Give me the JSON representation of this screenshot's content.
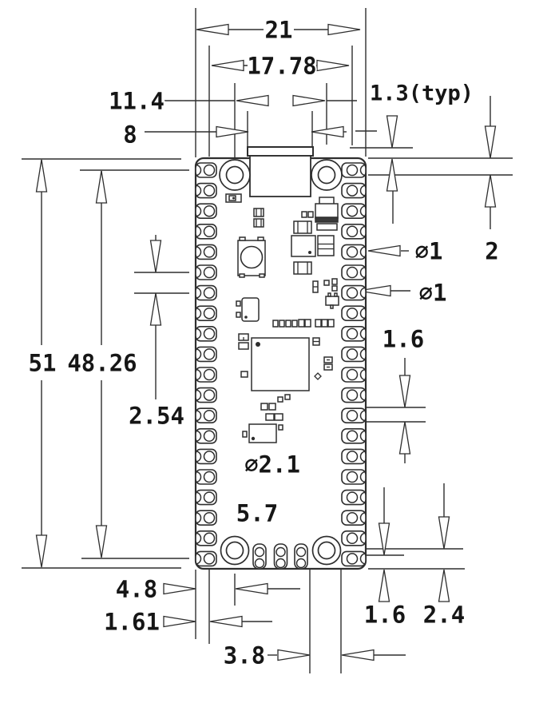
{
  "drawing": {
    "type": "mechanical-dimension-drawing",
    "line_color": "#2e2e2e",
    "background": "#ffffff",
    "dimensions": {
      "overall_width": "21",
      "pad_span_horizontal": "17.78",
      "hole_span": "11.4",
      "usb_width": "8",
      "usb_overhang": "1.3(typ)",
      "pad_hole_dia_top": "∅1",
      "pad_hole_dia_bottom": "∅1",
      "hole_top_offset": "2",
      "overall_length": "51",
      "pad_span_vertical": "48.26",
      "pad_pitch": "2.54",
      "pad_height": "1.6",
      "mounting_hole_dia": "∅2.1",
      "hole_to_swd": "5.7",
      "hole_left_offset": "4.8",
      "pad_left_inset": "1.61",
      "swd_offset": "3.8",
      "pad_bottom_inset": "1.6",
      "hole_bottom_offset": "2.4"
    }
  }
}
